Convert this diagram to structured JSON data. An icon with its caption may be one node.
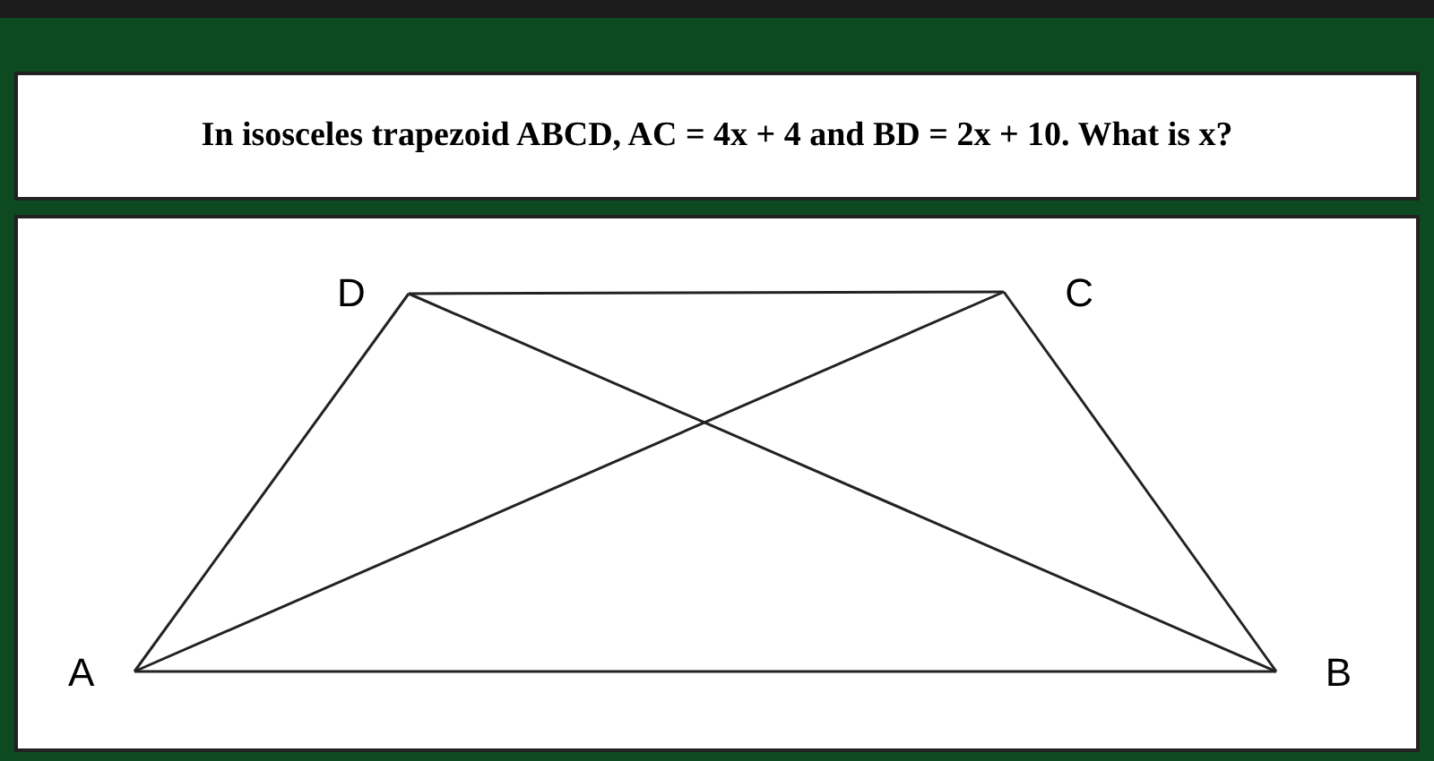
{
  "diagram": {
    "nodes": [
      {
        "text": [
          "In isosceles trapezoid ABCD, AC = 4x + 4 and BD = 2x + 10. What is x?"
        ]
      },
      {
        "text": [
          "D"
        ]
      },
      {
        "text": [
          "C"
        ]
      },
      {
        "text": [
          "A"
        ]
      },
      {
        "text": [
          "B"
        ]
      }
    ],
    "edges": [
      {
        "from": 3,
        "to": 4,
        "arrow": "none"
      },
      {
        "from": 4,
        "to": 2,
        "arrow": "none"
      },
      {
        "from": 2,
        "to": 1,
        "arrow": "none"
      },
      {
        "from": 1,
        "to": 3,
        "arrow": "none"
      },
      {
        "from": 3,
        "to": 2,
        "arrow": "none"
      },
      {
        "from": 1,
        "to": 4,
        "arrow": "none"
      }
    ]
  }
}
